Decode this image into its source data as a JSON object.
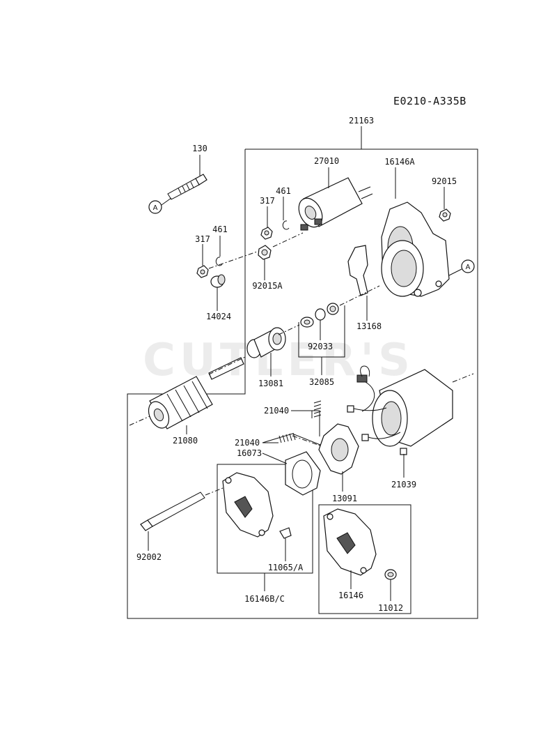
{
  "diagram": {
    "ref_code": "E0210-A335B",
    "watermark": "CUTLER'S",
    "callouts": {
      "a1": "A",
      "a2": "A"
    },
    "labels": {
      "p21163": "21163",
      "p130": "130",
      "p27010": "27010",
      "p461a": "461",
      "p317a": "317",
      "p16146A": "16146A",
      "p92015": "92015",
      "p461b": "461",
      "p317b": "317",
      "p92015A": "92015A",
      "p14024": "14024",
      "p13168": "13168",
      "p92033": "92033",
      "p32085": "32085",
      "p13081": "13081",
      "p21040a": "21040",
      "p21080": "21080",
      "p21040b": "21040",
      "p16073": "16073",
      "p21039": "21039",
      "p13091": "13091",
      "p92002": "92002",
      "p11065A": "11065/A",
      "p16146BC": "16146B/C",
      "p16146": "16146",
      "p11012": "11012"
    }
  }
}
